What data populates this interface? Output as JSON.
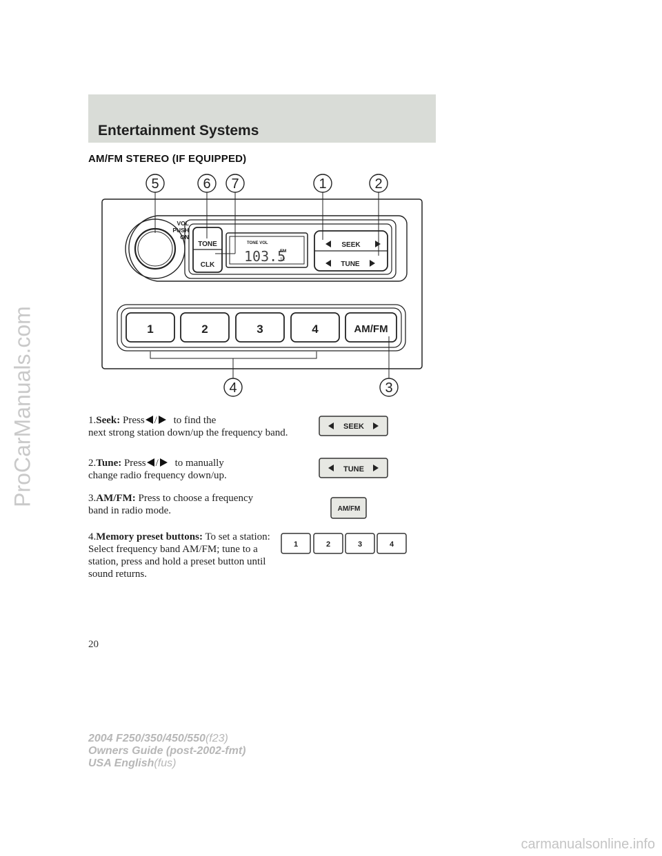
{
  "watermark_left": "ProCarManuals.com",
  "watermark_bottom": "carmanualsonline.info",
  "header": {
    "title": "Entertainment Systems"
  },
  "section_heading": "AM/FM STEREO (IF EQUIPPED)",
  "diagram": {
    "callouts": [
      "5",
      "6",
      "7",
      "1",
      "2",
      "4",
      "3"
    ],
    "knob_label": [
      "VOL",
      "PUSH",
      "ON"
    ],
    "tone_label": "TONE",
    "clk_label": "CLK",
    "display_top": "TONE VOL",
    "display_band": "FM",
    "display_freq": "103.5",
    "display_preset": "12",
    "seek_label": "SEEK",
    "tune_label": "TUNE",
    "presets": [
      "1",
      "2",
      "3",
      "4"
    ],
    "amfm_label": "AM/FM"
  },
  "items": [
    {
      "num": "1.",
      "title": "Seek:",
      "pre": "Press",
      "slash": "/",
      "post": "to find the",
      "rest": "next strong station down/up the frequency band."
    },
    {
      "num": "2.",
      "title": "Tune:",
      "pre": "Press",
      "slash": "/",
      "post": "to manually",
      "rest": "change radio frequency down/up."
    },
    {
      "num": "3.",
      "title": "AM/FM:",
      "text": "Press to choose a frequency band in radio mode."
    },
    {
      "num": "4.",
      "title": "Memory preset buttons:",
      "text": "To set a station: Select frequency band AM/FM; tune to a station, press and hold a preset button until sound returns."
    }
  ],
  "side_buttons": {
    "seek": "SEEK",
    "tune": "TUNE",
    "amfm": "AM/FM",
    "presets": [
      "1",
      "2",
      "3",
      "4"
    ]
  },
  "page_number": "20",
  "footer": {
    "line1_bold": "2004 F250/350/450/550",
    "line1_light": "(f23)",
    "line2_bold": "Owners Guide (post-2002-fmt)",
    "line3_bold": "USA English",
    "line3_light": "(fus)"
  },
  "colors": {
    "header_band": "#d9dcd7",
    "button_fill": "#e7e8e3",
    "watermark": "#c9c9c9"
  }
}
